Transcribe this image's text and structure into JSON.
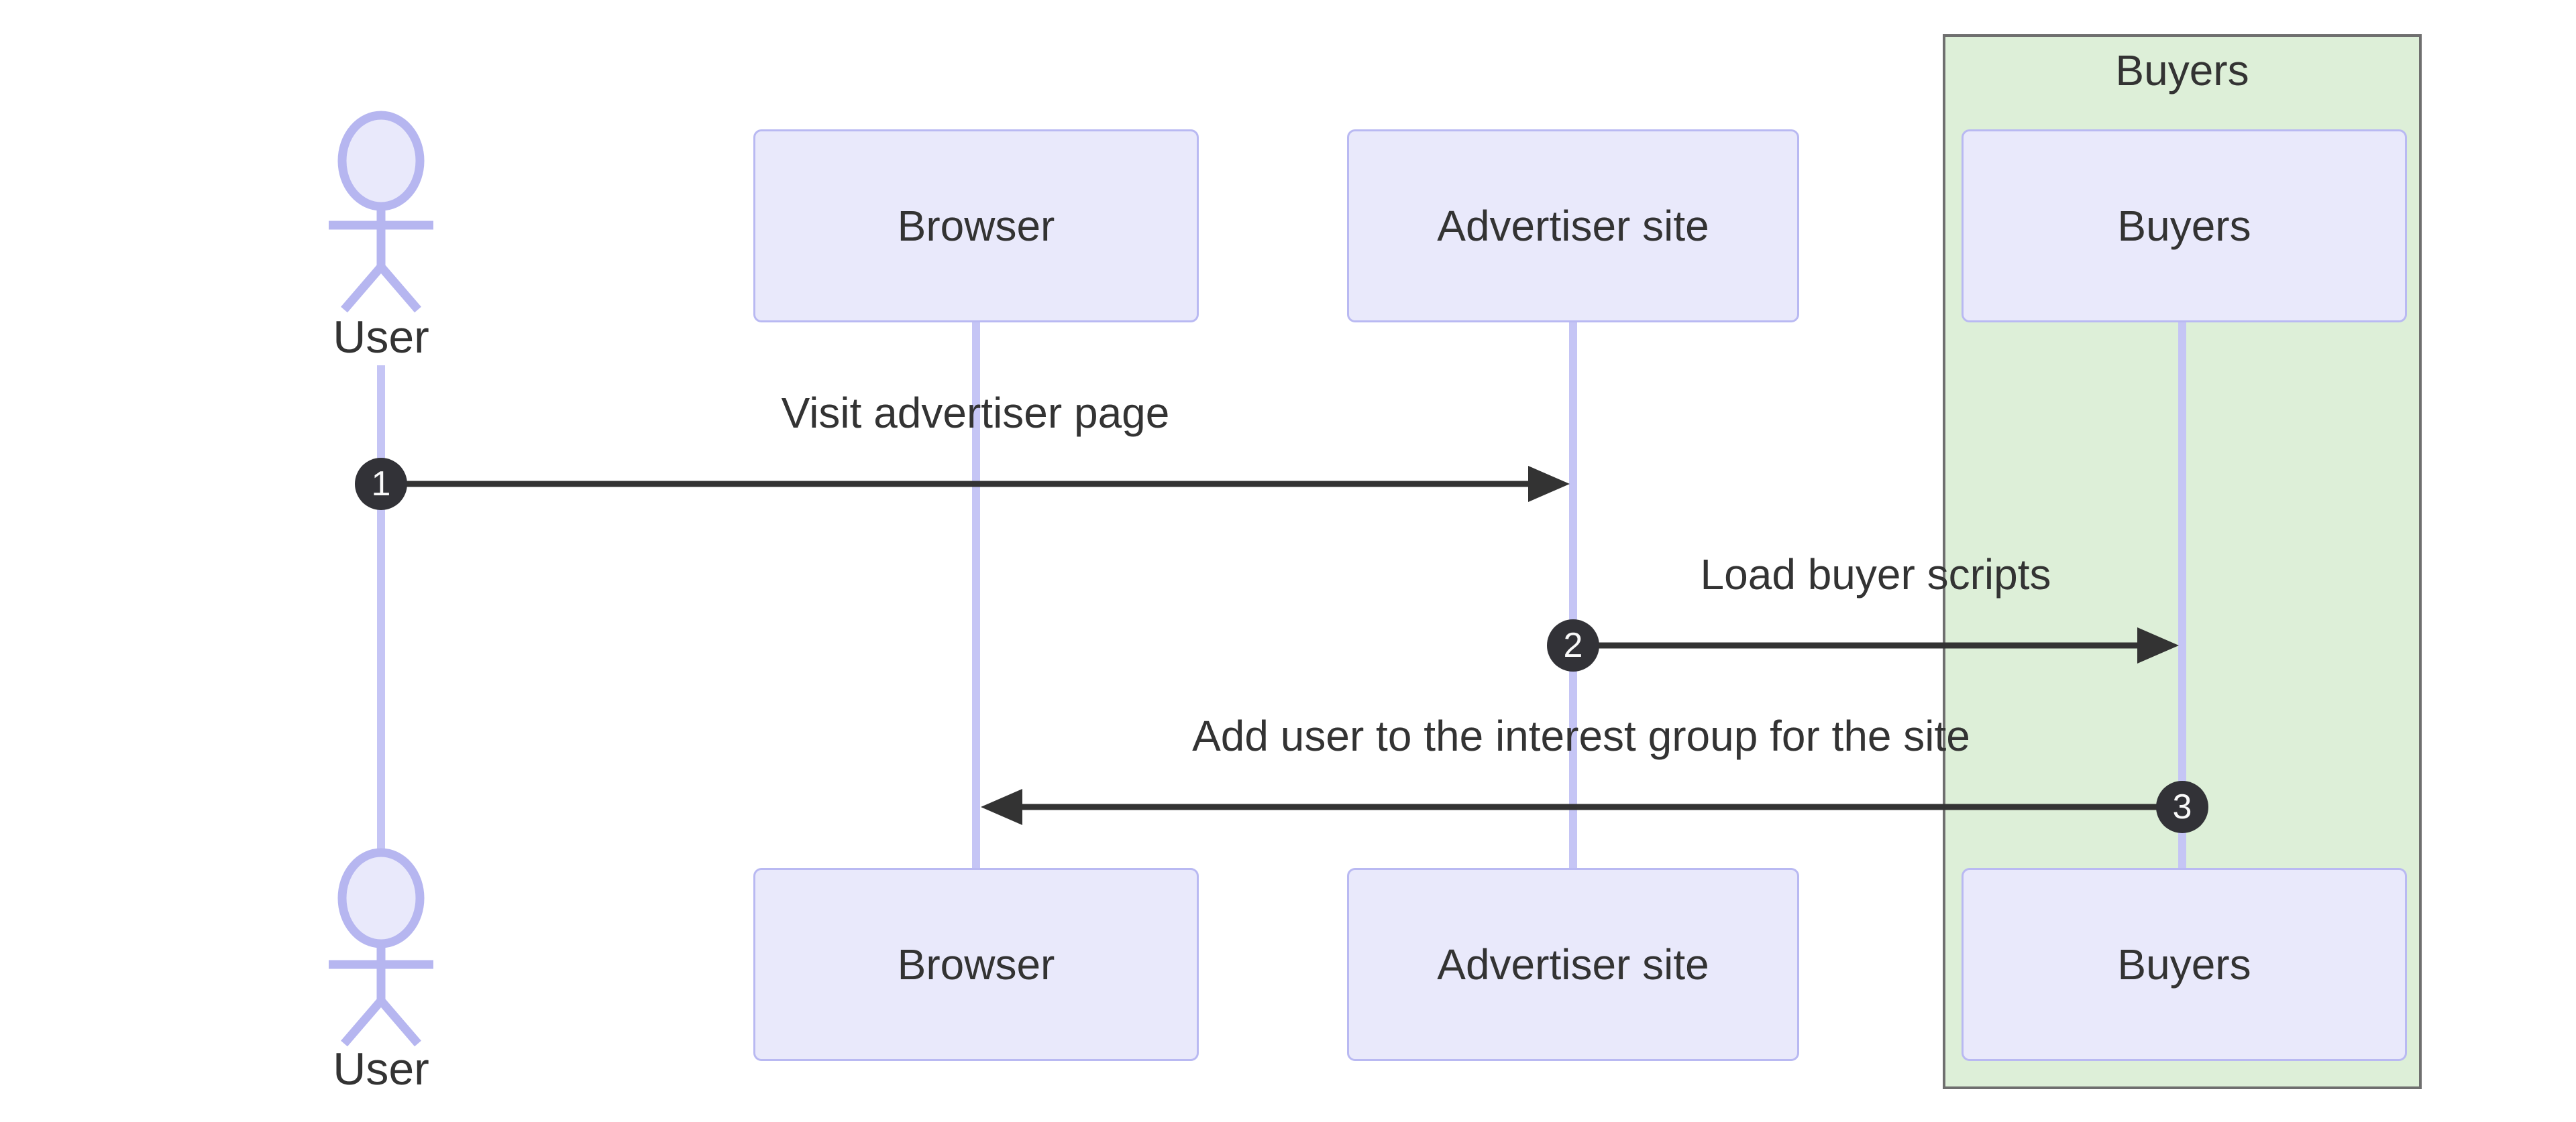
{
  "diagram": {
    "type": "sequence",
    "actor": {
      "label": "User"
    },
    "participants": [
      {
        "id": "browser",
        "label": "Browser"
      },
      {
        "id": "advertiser",
        "label": "Advertiser site"
      },
      {
        "id": "buyers",
        "label": "Buyers"
      }
    ],
    "group": {
      "label": "Buyers"
    },
    "messages": [
      {
        "num": "1",
        "label": "Visit advertiser page",
        "from": "User",
        "to": "Advertiser site"
      },
      {
        "num": "2",
        "label": "Load buyer scripts",
        "from": "Advertiser site",
        "to": "Buyers"
      },
      {
        "num": "3",
        "label": "Add user to the interest group for the site",
        "from": "Buyers",
        "to": "Browser"
      }
    ],
    "colors": {
      "background": "#ffffff",
      "participant_fill": "#e9e9fb",
      "participant_border": "#b9b9f2",
      "lifeline": "#c5c5f5",
      "actor_stroke": "#b6b6f0",
      "group_fill": "#ddefd8",
      "group_border": "#6f6f6f",
      "arrow": "#333333",
      "text": "#333333",
      "badge_fill": "#323237",
      "badge_text": "#fafafa"
    }
  }
}
